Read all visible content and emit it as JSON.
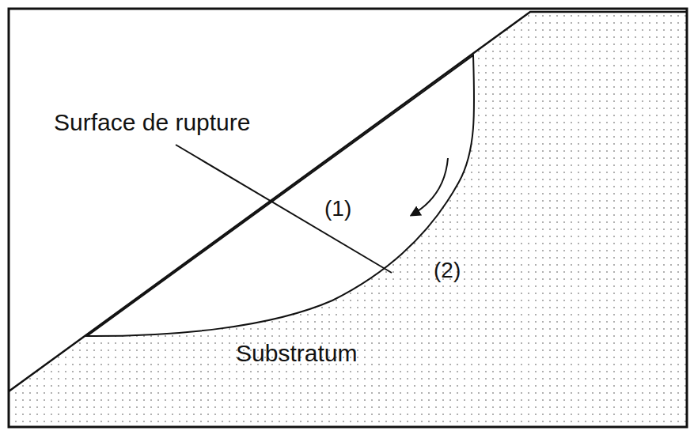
{
  "diagram": {
    "labels": [
      "Surface de rupture",
      "(1)",
      "(2)",
      "Substratum"
    ]
  }
}
